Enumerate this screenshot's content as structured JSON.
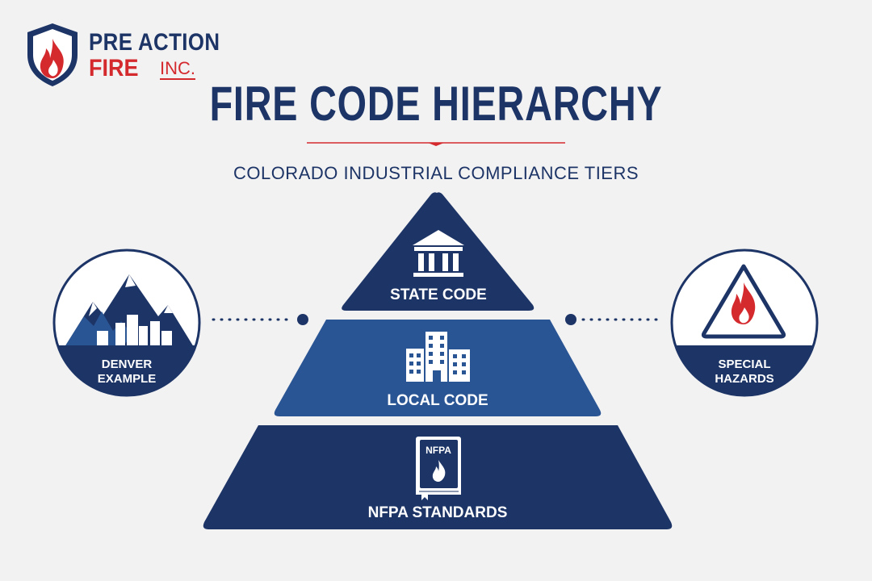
{
  "logo": {
    "line1": "PRE ACTION",
    "line2": "FIRE",
    "suffix": "INC."
  },
  "title": "FIRE CODE HIERARCHY",
  "subtitle": "COLORADO INDUSTRIAL COMPLIANCE TIERS",
  "colors": {
    "navy": "#1d3466",
    "blue": "#2a5594",
    "red": "#d42a2e",
    "background": "#f2f2f3"
  },
  "tiers": [
    {
      "label": "STATE CODE",
      "icon": "government-building-icon"
    },
    {
      "label": "LOCAL CODE",
      "icon": "city-buildings-icon"
    },
    {
      "label": "NFPA STANDARDS",
      "icon": "nfpa-book-icon",
      "book_text": "NFPA"
    }
  ],
  "side_circles": [
    {
      "line1": "DENVER",
      "line2": "EXAMPLE",
      "icon": "mountains-city-icon"
    },
    {
      "line1": "SPECIAL",
      "line2": "HAZARDS",
      "icon": "fire-warning-icon"
    }
  ]
}
